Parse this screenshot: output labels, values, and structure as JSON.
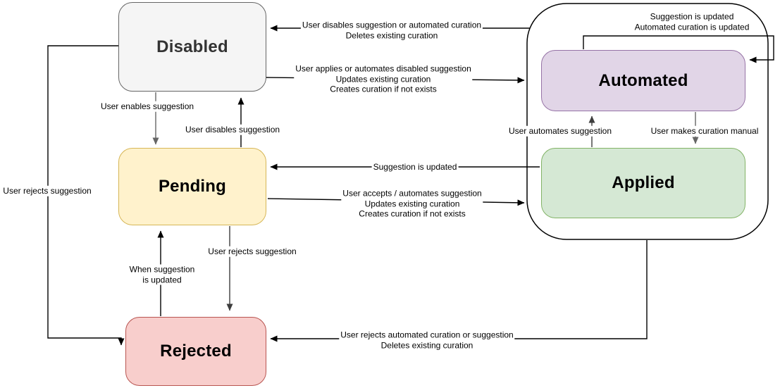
{
  "diagram": {
    "type": "state-diagram",
    "states": {
      "disabled": {
        "label": "Disabled",
        "fill": "#f5f5f5",
        "stroke": "#666666",
        "text_color": "#333333"
      },
      "pending": {
        "label": "Pending",
        "fill": "#fff2cc",
        "stroke": "#d6b656",
        "text_color": "#000000"
      },
      "rejected": {
        "label": "Rejected",
        "fill": "#f8cecc",
        "stroke": "#b85450",
        "text_color": "#000000"
      },
      "automated": {
        "label": "Automated",
        "fill": "#e1d5e7",
        "stroke": "#9673a6",
        "text_color": "#000000"
      },
      "applied": {
        "label": "Applied",
        "fill": "#d5e8d4",
        "stroke": "#82b366",
        "text_color": "#000000"
      }
    },
    "group": {
      "contains": [
        "automated",
        "applied"
      ],
      "stroke": "#000000"
    },
    "edges": {
      "group_to_disabled": {
        "from": "automated/applied group",
        "to": "disabled",
        "lines": [
          "User disables suggestion or automated curation",
          "Deletes existing curation"
        ]
      },
      "disabled_to_group": {
        "from": "disabled",
        "to": "automated/applied group",
        "lines": [
          "User applies or automates disabled suggestion",
          "Updates existing curation",
          "Creates curation if not exists"
        ]
      },
      "disabled_to_pending": {
        "from": "disabled",
        "to": "pending",
        "label": "User enables suggestion"
      },
      "pending_to_disabled": {
        "from": "pending",
        "to": "disabled",
        "label": "User disables suggestion"
      },
      "applied_to_pending": {
        "from": "applied",
        "to": "pending",
        "label": "Suggestion is updated"
      },
      "pending_to_group": {
        "from": "pending",
        "to": "automated/applied group",
        "lines": [
          "User accepts / automates suggestion",
          "Updates existing curation",
          "Creates curation if not exists"
        ]
      },
      "rejected_to_pending": {
        "from": "rejected",
        "to": "pending",
        "lines": [
          "When suggestion",
          "is updated"
        ]
      },
      "pending_to_rejected": {
        "from": "pending",
        "to": "rejected",
        "label": "User rejects suggestion"
      },
      "disabled_to_rejected": {
        "from": "disabled",
        "to": "rejected",
        "label": "User rejects suggestion"
      },
      "group_to_rejected": {
        "from": "automated/applied group",
        "to": "rejected",
        "lines": [
          "User rejects automated curation or suggestion",
          "Deletes existing curation"
        ]
      },
      "applied_to_automated": {
        "from": "applied",
        "to": "automated",
        "label": "User automates suggestion"
      },
      "automated_to_applied": {
        "from": "automated",
        "to": "applied",
        "label": "User makes curation manual"
      },
      "automated_self_loop": {
        "from": "automated",
        "to": "automated",
        "lines": [
          "Suggestion is updated",
          "Automated curation is updated"
        ]
      }
    }
  }
}
